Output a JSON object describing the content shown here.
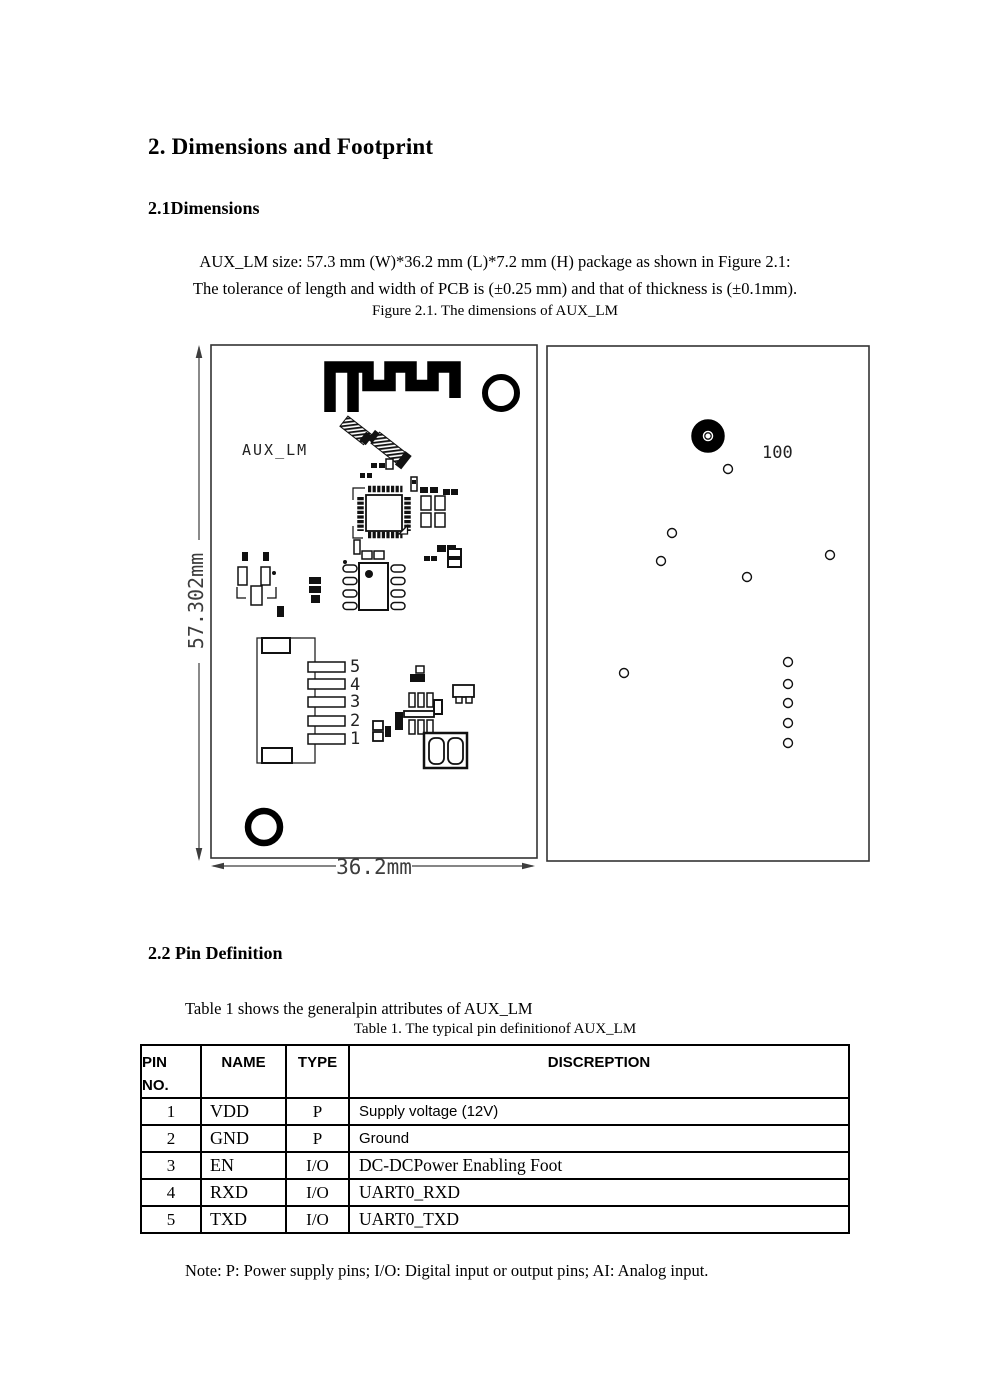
{
  "page": {
    "section_title": "2. Dimensions and Footprint",
    "subsection_dimensions": "2.1Dimensions",
    "para_line1": "AUX_LM size: 57.3 mm (W)*36.2 mm (L)*7.2 mm (H) package as shown in Figure 2.1:",
    "para_line2": "The tolerance of length and width of PCB is (±0.25 mm) and that of thickness is (±0.1mm).",
    "figure_caption": "Figure 2.1. The dimensions of AUX_LM",
    "subsection_pins": "2.2 Pin Definition",
    "table_intro": "Table 1 shows the generalpin attributes of AUX_LM",
    "table_caption": "Table 1. The typical pin definitionof AUX_LM",
    "note": "Note: P: Power supply pins; I/O: Digital input or output pins; AI: Analog input."
  },
  "figure": {
    "board_label": "AUX_LM",
    "height_dim": "57.302mm",
    "width_dim": "36.2mm",
    "pad_label": "100",
    "pin_labels": [
      "5",
      "4",
      "3",
      "2",
      "1"
    ]
  },
  "table": {
    "header": {
      "col1_line1": "PIN",
      "col1_line2": "NO.",
      "col2": "NAME",
      "col3": "TYPE",
      "col4": "DISCREPTION"
    },
    "rows": [
      {
        "no": "1",
        "name": "VDD",
        "type": "P",
        "desc": "Supply voltage (12V)",
        "font": "sans"
      },
      {
        "no": "2",
        "name": "GND",
        "type": "P",
        "desc": "Ground",
        "font": "sans"
      },
      {
        "no": "3",
        "name": "EN",
        "type": "I/O",
        "desc": "DC-DCPower Enabling Foot",
        "font": "serif"
      },
      {
        "no": "4",
        "name": "RXD",
        "type": "I/O",
        "desc": "UART0_RXD",
        "font": "serif"
      },
      {
        "no": "5",
        "name": "TXD",
        "type": "I/O",
        "desc": "UART0_TXD",
        "font": "serif"
      }
    ]
  }
}
